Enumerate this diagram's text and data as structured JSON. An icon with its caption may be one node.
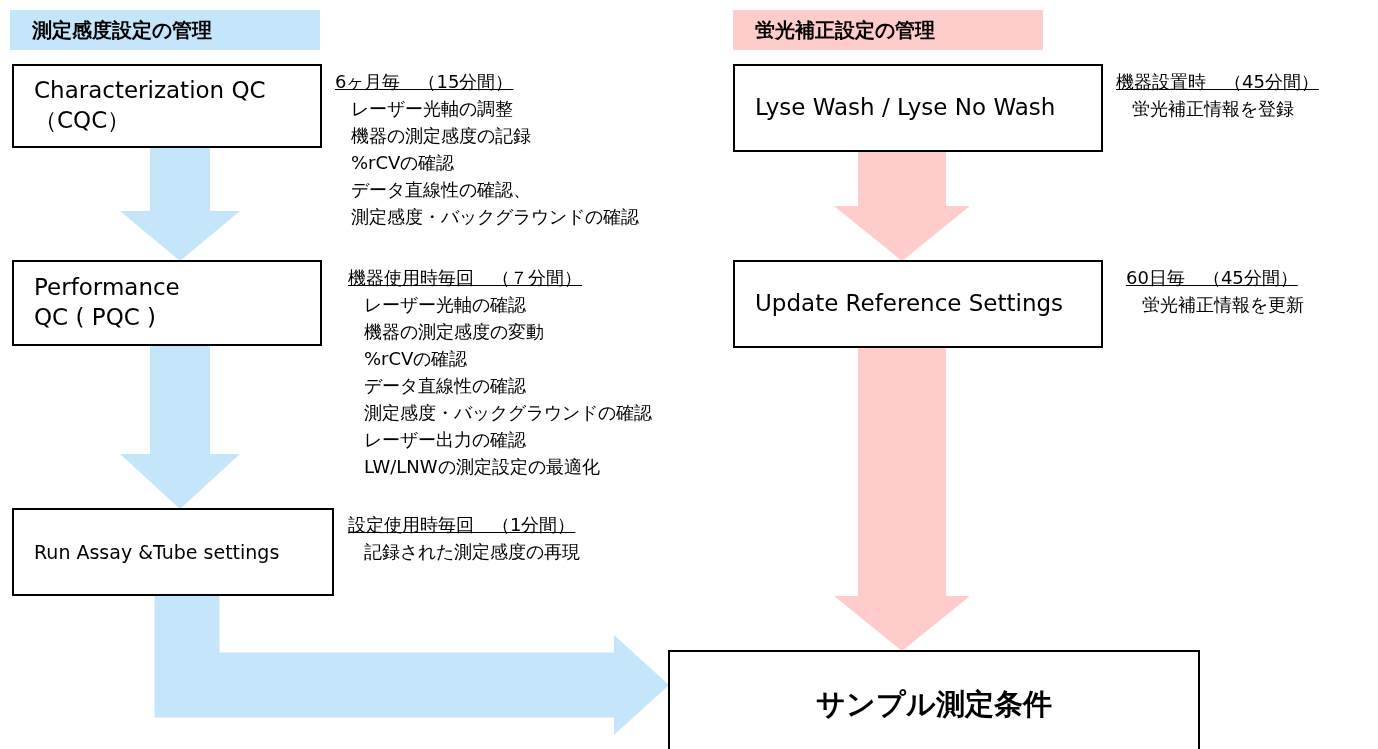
{
  "diagram": {
    "nodes": [
      {
        "text": [
          "測定感度設定の管理"
        ]
      },
      {
        "text": [
          "Characterization QC （CQC）"
        ],
        "beside": [
          "6ヶ月毎　（15分間）",
          "レーザー光軸の調整",
          "機器の測定感度の記録",
          "%rCVの確認",
          "データ直線性の確認、",
          "測定感度・バックグラウンドの確認"
        ]
      },
      {
        "text": [
          "Performance QC ( PQC )"
        ],
        "beside": [
          "機器使用時毎回　（７分間）",
          "レーザー光軸の確認",
          "機器の測定感度の変動",
          "%rCVの確認",
          "データ直線性の確認",
          "測定感度・バックグラウンドの確認",
          "レーザー出力の確認",
          "LW/LNWの測定設定の最適化"
        ]
      },
      {
        "text": [
          "Run Assay &Tube settings"
        ],
        "beside": [
          "設定使用時毎回　（1分間）",
          "記録された測定感度の再現"
        ]
      },
      {
        "text": [
          "蛍光補正設定の管理"
        ]
      },
      {
        "text": [
          "Lyse Wash / Lyse No Wash"
        ],
        "beside": [
          "機器設置時　（45分間）",
          "蛍光補正情報を登録"
        ]
      },
      {
        "text": [
          "Update Reference Settings"
        ],
        "beside": [
          "60日毎　（45分間）",
          "蛍光補正情報を更新"
        ]
      },
      {
        "text": [
          "サンプル測定条件"
        ]
      }
    ],
    "edges": [
      {
        "from": 1,
        "to": 2,
        "arrow": "to",
        "color": "#c5e6fa"
      },
      {
        "from": 2,
        "to": 3,
        "arrow": "to",
        "color": "#c5e6fa"
      },
      {
        "from": 3,
        "to": 7,
        "arrow": "to",
        "color": "#c5e6fa"
      },
      {
        "from": 5,
        "to": 6,
        "arrow": "to",
        "color": "#ffcccc"
      },
      {
        "from": 6,
        "to": 7,
        "arrow": "to",
        "color": "#ffcccc"
      }
    ]
  }
}
